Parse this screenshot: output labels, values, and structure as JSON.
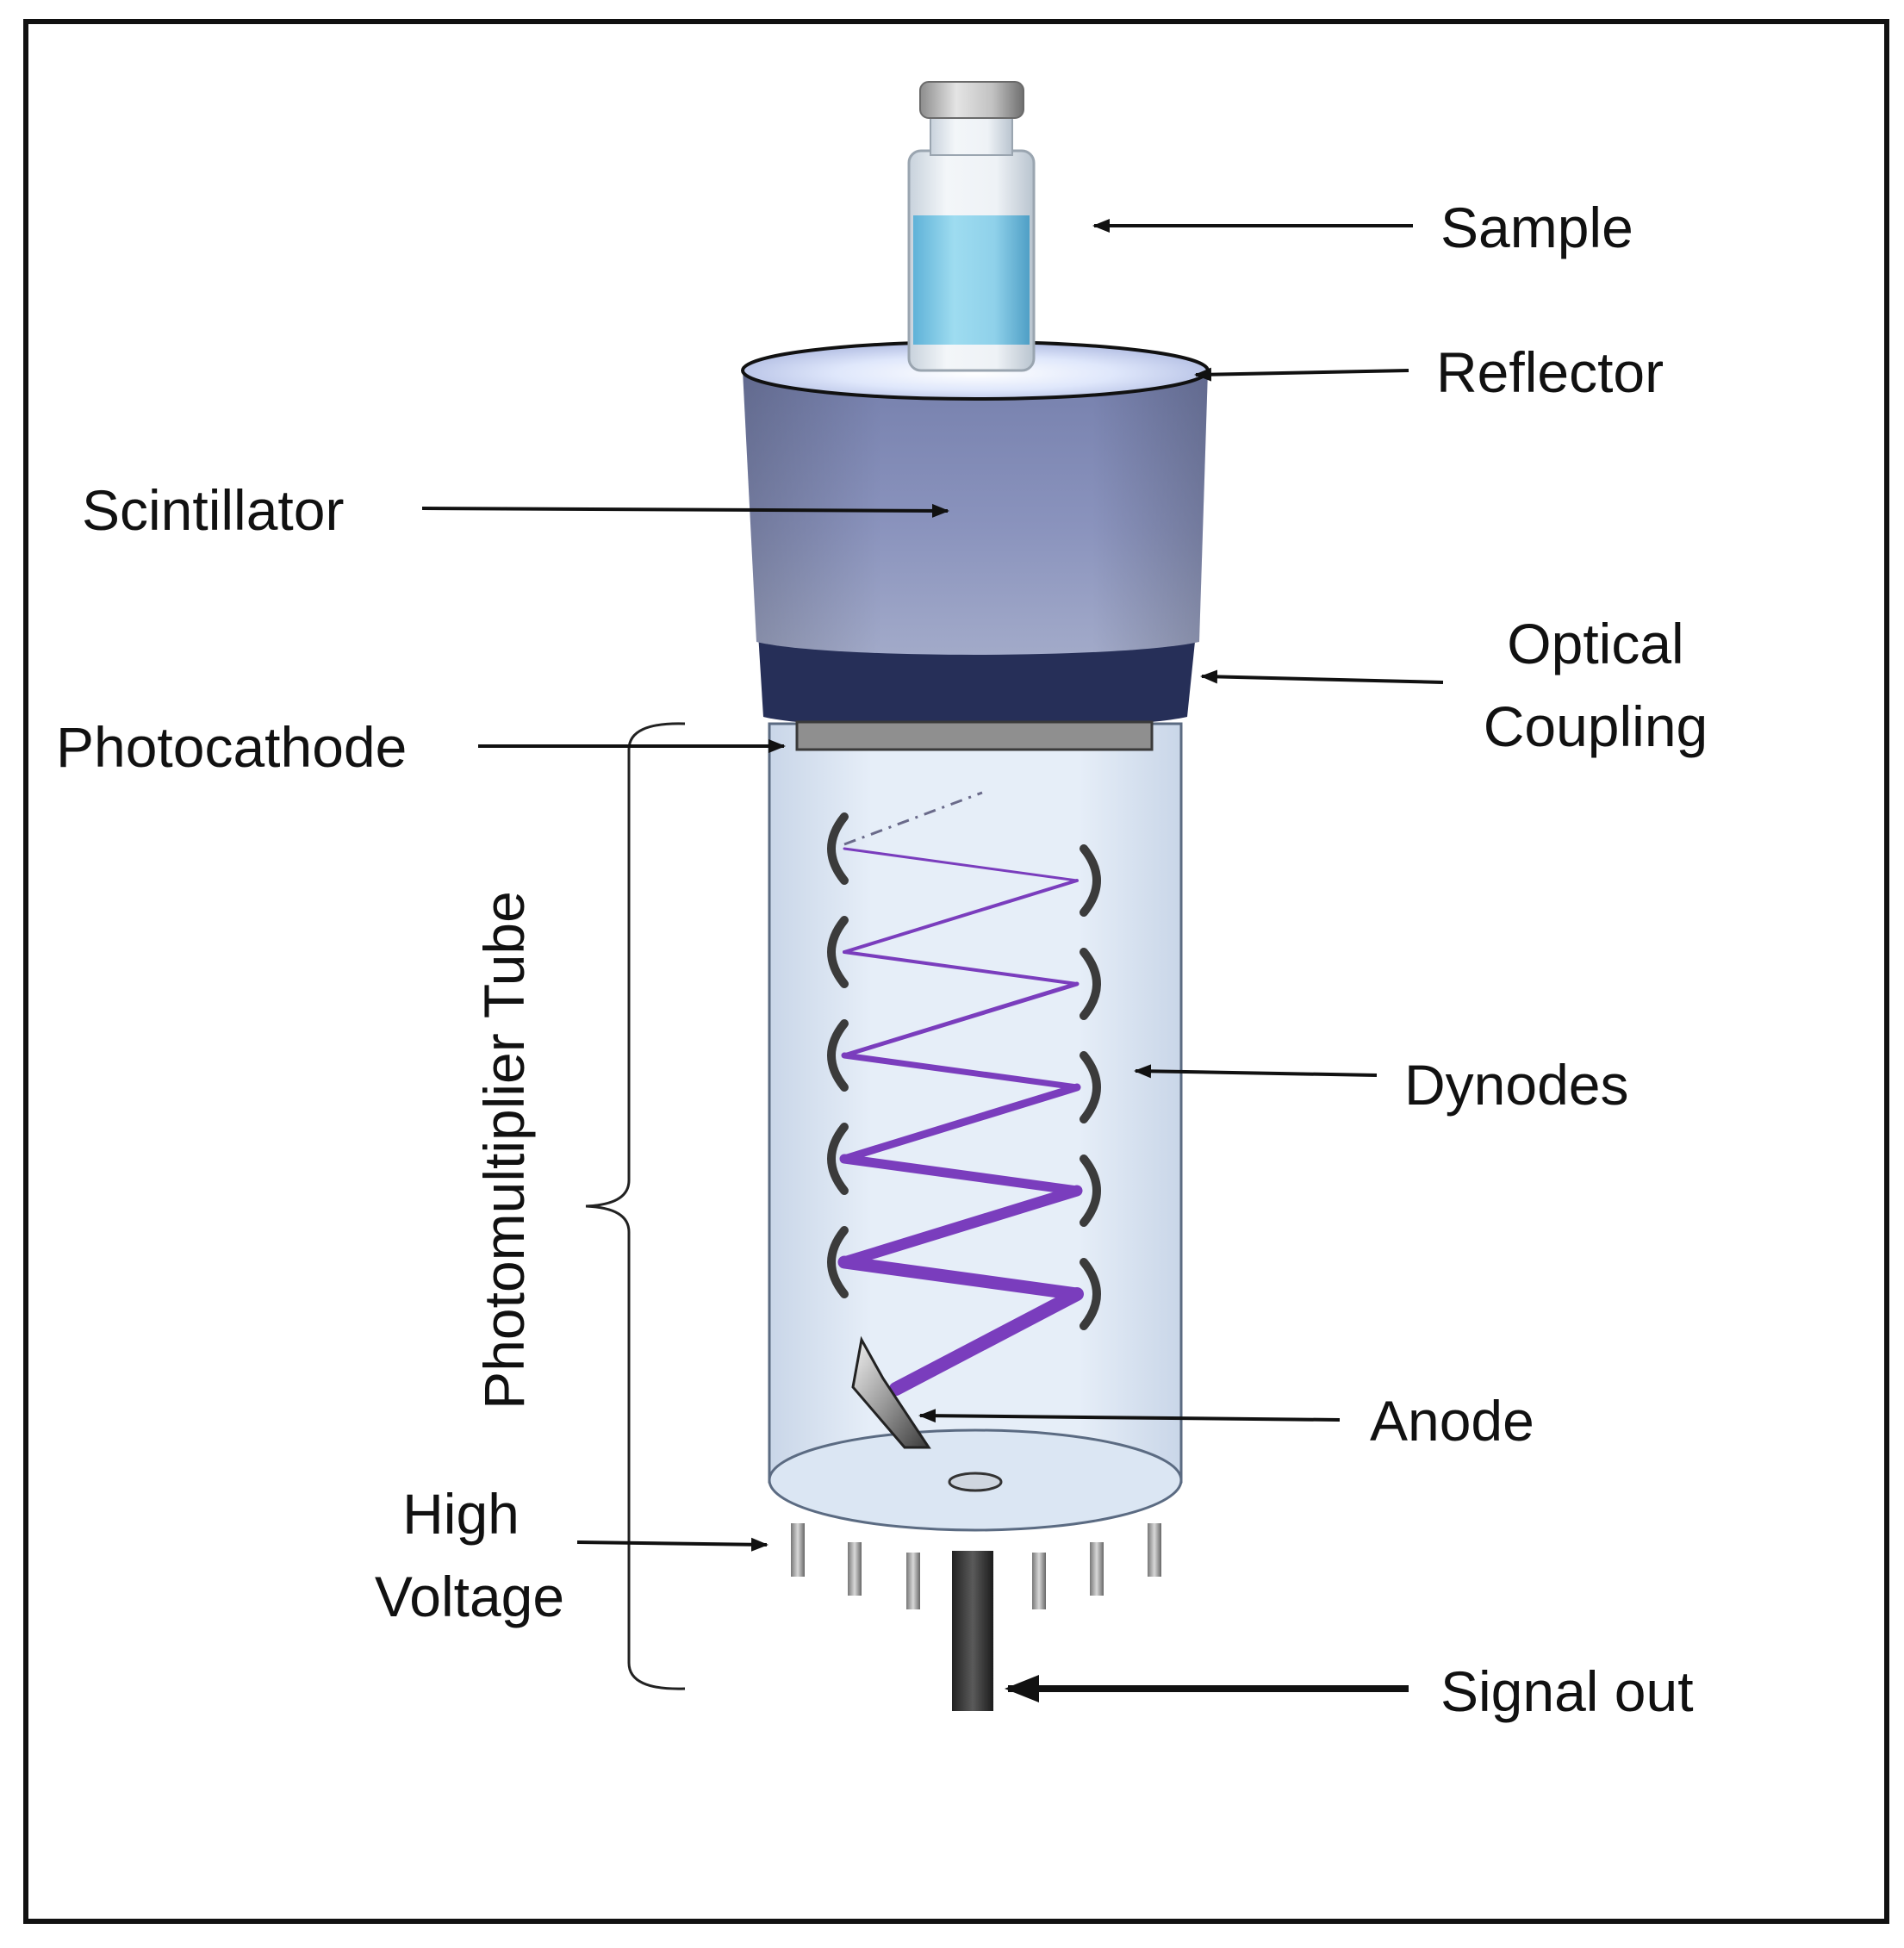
{
  "labels": {
    "sample": "Sample",
    "reflector": "Reflector",
    "scintillator": "Scintillator",
    "optical_line1": "Optical",
    "optical_line2": "Coupling",
    "photocathode": "Photocathode",
    "pmt": "Photomultiplier Tube",
    "dynodes": "Dynodes",
    "anode": "Anode",
    "hv_line1": "High",
    "hv_line2": "Voltage",
    "signal": "Signal out"
  },
  "colors": {
    "frame": "#111111",
    "scintillator": "#8a93bd",
    "optical_coupling": "#262f58",
    "tube_glass": "#dbe6f3",
    "electron_path": "#7a3dbd",
    "liquid": "#8ed3ea"
  },
  "dynode_count": 10
}
